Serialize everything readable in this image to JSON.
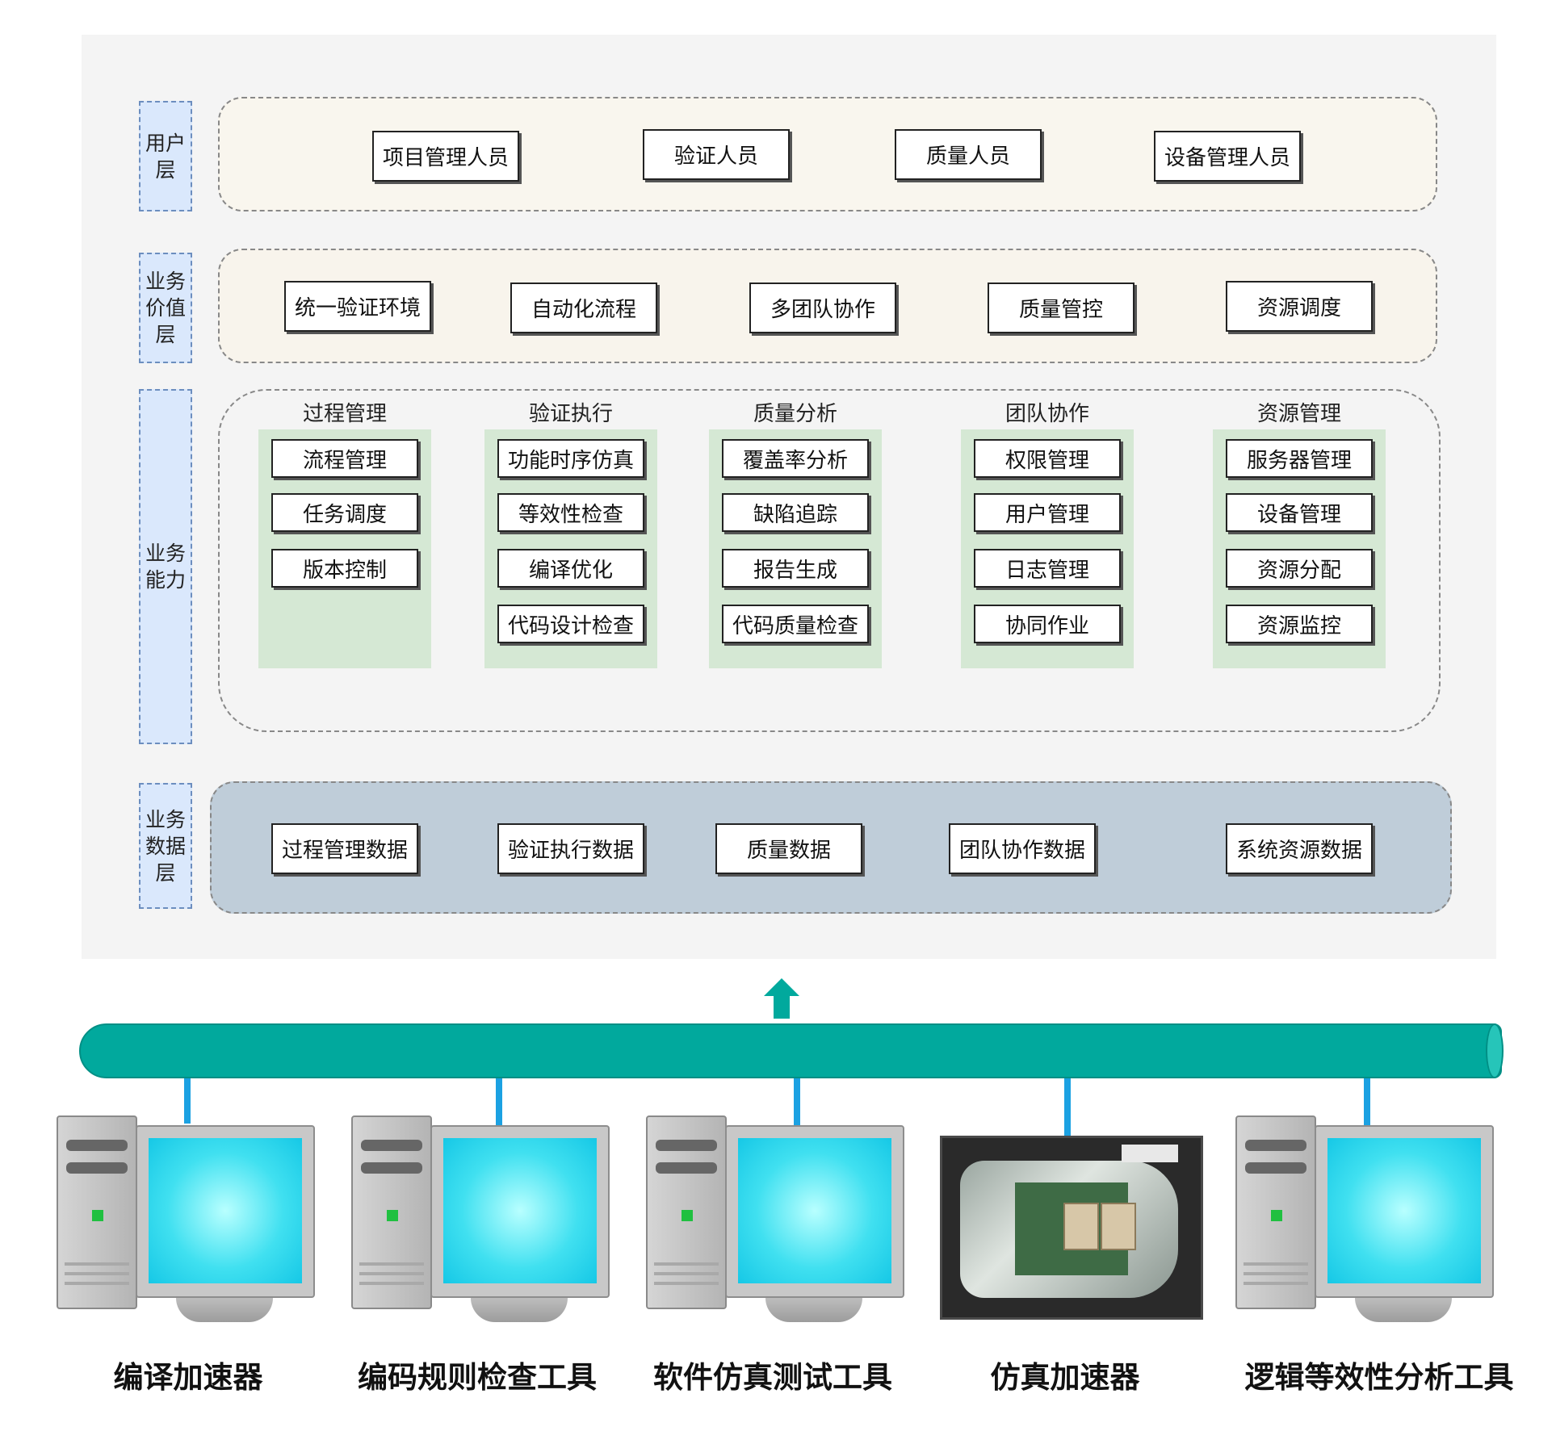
{
  "layers": {
    "user": "用户\n层",
    "value": "业务\n价值\n层",
    "capability": "业务\n能力",
    "data": "业务\n数据\n层"
  },
  "user_layer": [
    "项目管理人员",
    "验证人员",
    "质量人员",
    "设备管理人员"
  ],
  "value_layer": [
    "统一验证环境",
    "自动化流程",
    "多团队协作",
    "质量管控",
    "资源调度"
  ],
  "capability_layer": [
    {
      "title": "过程管理",
      "items": [
        "流程管理",
        "任务调度",
        "版本控制"
      ]
    },
    {
      "title": "验证执行",
      "items": [
        "功能时序仿真",
        "等效性检查",
        "编译优化",
        "代码设计检查"
      ]
    },
    {
      "title": "质量分析",
      "items": [
        "覆盖率分析",
        "缺陷追踪",
        "报告生成",
        "代码质量检查"
      ]
    },
    {
      "title": "团队协作",
      "items": [
        "权限管理",
        "用户管理",
        "日志管理",
        "协同作业"
      ]
    },
    {
      "title": "资源管理",
      "items": [
        "服务器管理",
        "设备管理",
        "资源分配",
        "资源监控"
      ]
    }
  ],
  "data_layer": [
    "过程管理数据",
    "验证执行数据",
    "质量数据",
    "团队协作数据",
    "系统资源数据"
  ],
  "tools": [
    "编译加速器",
    "编码规则检查工具",
    "软件仿真测试工具",
    "仿真加速器",
    "逻辑等效性分析工具"
  ],
  "colors": {
    "panel": "#f4f4f4",
    "layer_label": "#dae8fc",
    "user_region": "#f9f6ee",
    "value_region": "#f8f4ec",
    "capability_column": "#d5e8d4",
    "data_region": "#bfcdd9",
    "bus": "#01a99d",
    "connector": "#1ba1e2"
  },
  "icons": [
    "up-arrow-icon",
    "computer-icon",
    "accelerator-device-icon"
  ]
}
